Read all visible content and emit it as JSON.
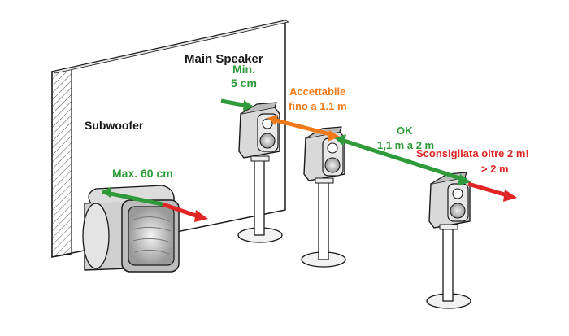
{
  "labels": {
    "main_speaker": "Main Speaker",
    "subwoofer": "Subwoofer",
    "min_line1": "Min.",
    "min_line2": "5 cm",
    "max": "Max. 60 cm",
    "acc_line1": "Accettabile",
    "acc_line2": "fino a 1.1 m",
    "ok_line1": "OK",
    "ok_line2": "1,1 m a 2 m",
    "sc_line1": "Sconsigliata oltre 2 m!",
    "sc_line2": "> 2 m"
  },
  "colors": {
    "green": "#2e9a3a",
    "orange": "#f07a1a",
    "red": "#e02525",
    "line": "#1a1a1a",
    "wall": "#ffffff",
    "speaker": "#d9d9d9"
  },
  "icons": [
    "subwoofer-icon",
    "speaker-icon",
    "arrow-icon"
  ]
}
